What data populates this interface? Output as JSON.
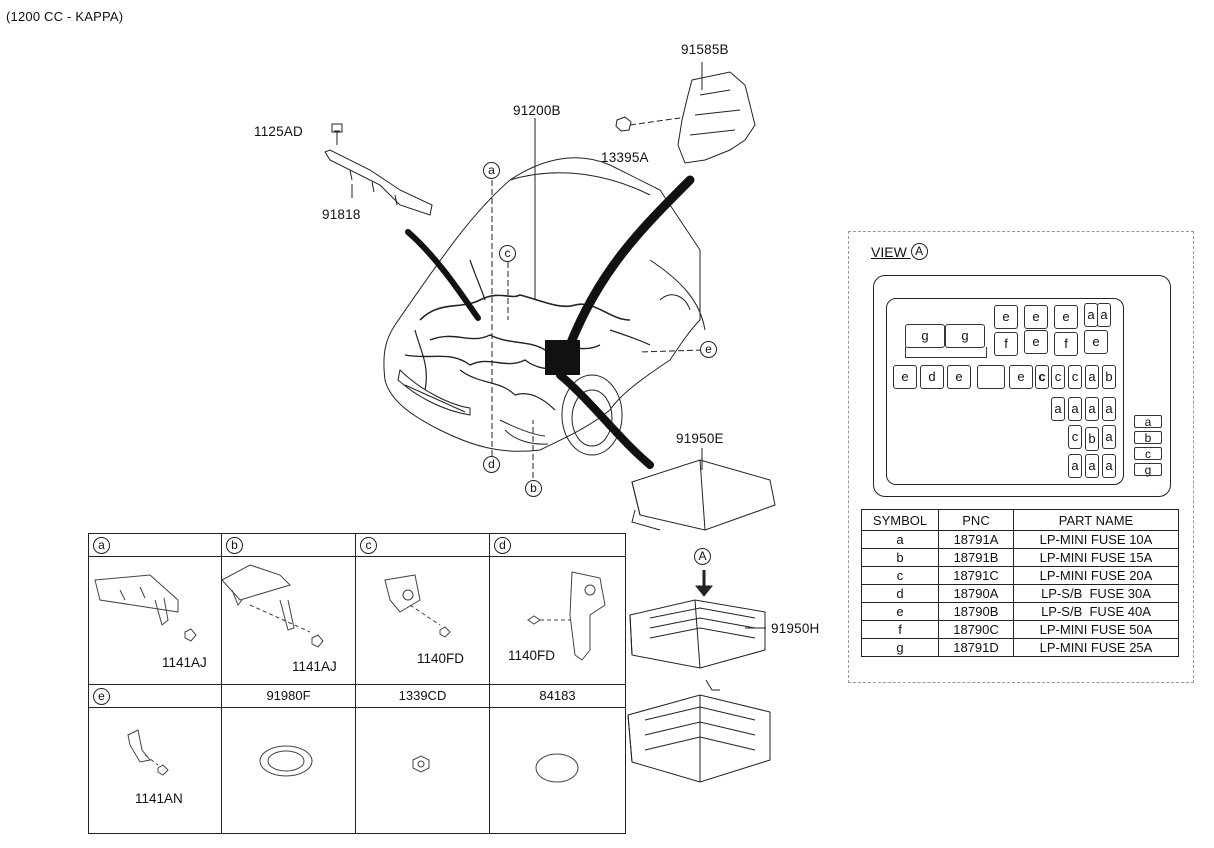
{
  "title": "(1200 CC - KAPPA)",
  "callouts": {
    "c91585B": "91585B",
    "c91200B": "91200B",
    "c1125AD": "1125AD",
    "c13395A": "13395A",
    "c91818": "91818",
    "c91950E": "91950E",
    "c91950H": "91950H"
  },
  "point_letters": {
    "a": "a",
    "b": "b",
    "c": "c",
    "d": "d",
    "e": "e",
    "A": "A"
  },
  "parts_grid": {
    "headers": [
      {
        "letter": "a",
        "label": ""
      },
      {
        "letter": "b",
        "label": ""
      },
      {
        "letter": "c",
        "label": ""
      },
      {
        "letter": "d",
        "label": ""
      },
      {
        "letter": "e",
        "label": ""
      },
      {
        "letter": "",
        "label": "91980F"
      },
      {
        "letter": "",
        "label": "1339CD"
      },
      {
        "letter": "",
        "label": "84183"
      }
    ],
    "codes": [
      "1141AJ",
      "1141AJ",
      "1140FD",
      "1140FD",
      "1141AN",
      "",
      "",
      ""
    ]
  },
  "view": {
    "title": "VIEW",
    "letter": "A",
    "fuses": {
      "row1": [
        "e",
        "e",
        "e",
        "a",
        "a"
      ],
      "g_left": "g",
      "g_right": "g",
      "row2": [
        "f",
        "e",
        "f",
        "e"
      ],
      "row3_left": [
        "e",
        "d",
        "e",
        "",
        "e"
      ],
      "row3_right": [
        "c",
        "c",
        "c",
        "a",
        "b"
      ],
      "row4": [
        "a",
        "a",
        "a",
        "a"
      ],
      "row5": [
        "c",
        "b",
        "a"
      ],
      "row6": [
        "a",
        "a",
        "a"
      ],
      "side": [
        "a",
        "b",
        "c",
        "g"
      ]
    },
    "table": {
      "headers": [
        "SYMBOL",
        "PNC",
        "PART NAME"
      ],
      "rows": [
        [
          "a",
          "18791A",
          "LP-MINI FUSE 10A"
        ],
        [
          "b",
          "18791B",
          "LP-MINI FUSE 15A"
        ],
        [
          "c",
          "18791C",
          "LP-MINI FUSE 20A"
        ],
        [
          "d",
          "18790A",
          "LP-S/B  FUSE 30A"
        ],
        [
          "e",
          "18790B",
          "LP-S/B  FUSE 40A"
        ],
        [
          "f",
          "18790C",
          "LP-MINI FUSE 50A"
        ],
        [
          "g",
          "18791D",
          "LP-MINI FUSE 25A"
        ]
      ]
    }
  }
}
